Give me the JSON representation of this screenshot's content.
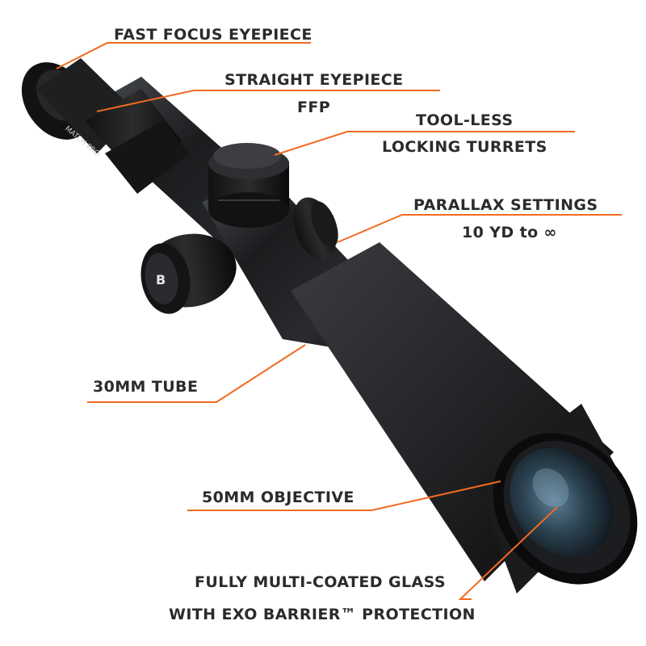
{
  "accent_color": "#f26a21",
  "product": {
    "name": "riflescope",
    "body_marking": "MATCH PRO",
    "logo_letter": "B"
  },
  "callouts": [
    {
      "id": "fast-focus",
      "lines": [
        "FAST FOCUS EYEPIECE"
      ]
    },
    {
      "id": "straight-eyepiece",
      "lines": [
        "STRAIGHT EYEPIECE",
        "FFP"
      ]
    },
    {
      "id": "turrets",
      "lines": [
        "TOOL-LESS",
        "LOCKING TURRETS"
      ]
    },
    {
      "id": "parallax",
      "lines": [
        "PARALLAX SETTINGS",
        "10 YD to ∞"
      ]
    },
    {
      "id": "tube",
      "lines": [
        "30MM TUBE"
      ]
    },
    {
      "id": "objective",
      "lines": [
        "50MM OBJECTIVE"
      ]
    },
    {
      "id": "glass",
      "lines": [
        "FULLY MULTI-COATED GLASS",
        "WITH EXO BARRIER™ PROTECTION"
      ]
    }
  ]
}
